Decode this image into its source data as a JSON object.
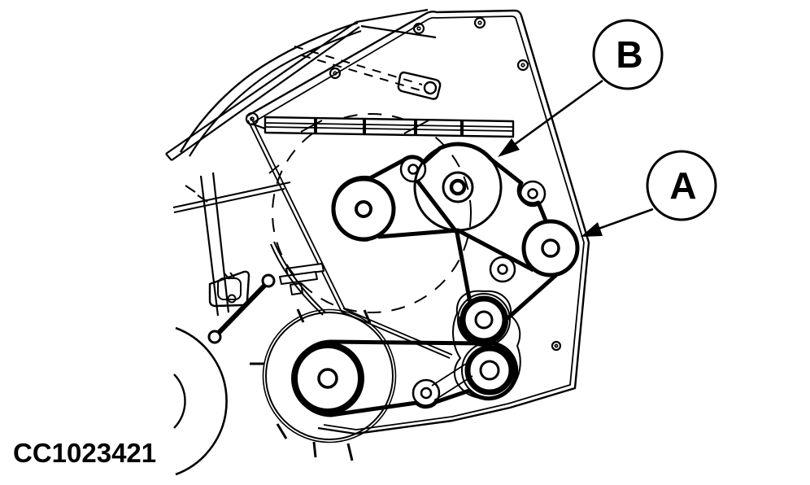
{
  "figure": {
    "type": "technical-line-drawing",
    "subject": "belt-drive side view of machine with callout labels",
    "background_color": "#ffffff",
    "line_color": "#000000",
    "caption": "CC1023421",
    "callouts": {
      "a": {
        "label": "A"
      },
      "b": {
        "label": "B"
      }
    }
  }
}
